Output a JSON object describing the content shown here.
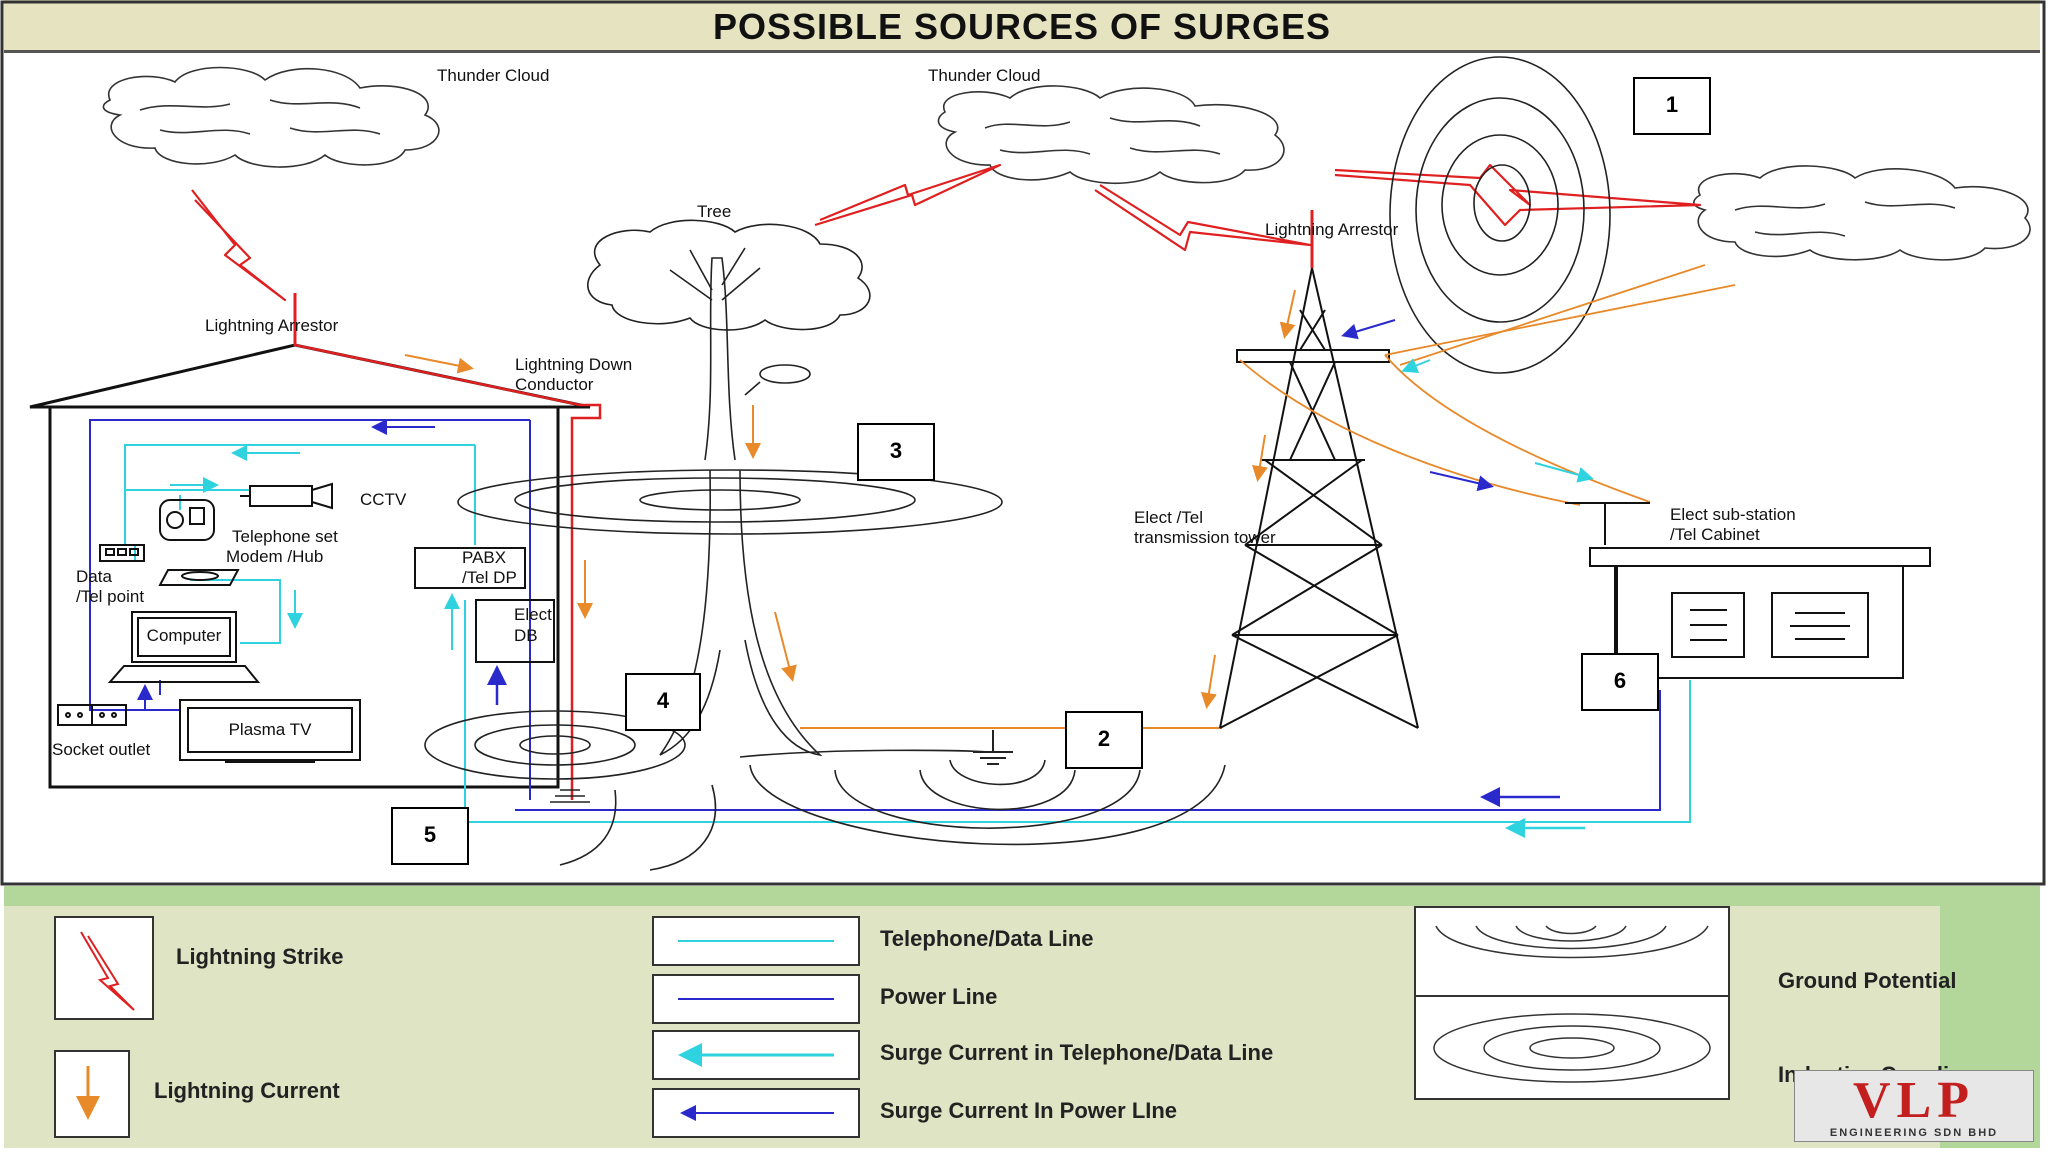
{
  "title": "POSSIBLE SOURCES OF SURGES",
  "labels": {
    "thunder_cloud_left": "Thunder Cloud",
    "thunder_cloud_mid": "Thunder Cloud",
    "tree": "Tree",
    "lightning_arrestor_house": "Lightning Arrestor",
    "lightning_arrestor_tower": "Lightning Arrestor",
    "down_conductor_line1": "Lightning Down",
    "down_conductor_line2": "Conductor",
    "cctv": "CCTV",
    "telephone_line1": "Telephone set",
    "telephone_line2": "Modem /Hub",
    "data_line1": "Data",
    "data_line2": "/Tel point",
    "computer": "Computer",
    "pabx_line1": "PABX",
    "pabx_line2": "/Tel DP",
    "elect_db_line1": "Elect",
    "elect_db_line2": "DB",
    "plasma_tv": "Plasma TV",
    "socket_outlet": "Socket outlet",
    "tower_line1": "Elect /Tel",
    "tower_line2": "transmission tower",
    "substation_line1": "Elect sub-station",
    "substation_line2": "/Tel Cabinet"
  },
  "numbered_boxes": [
    "1",
    "2",
    "3",
    "4",
    "5",
    "6"
  ],
  "legend": {
    "lightning_strike": "Lightning Strike",
    "lightning_current": "Lightning Current",
    "telephone_data_line": "Telephone/Data Line",
    "power_line": "Power Line",
    "surge_tel": "Surge Current in Telephone/Data Line",
    "surge_power": "Surge Current In Power LIne",
    "ground_potential": "Ground Potential",
    "inductive_coupling": "Inductive Coupling"
  },
  "logo": {
    "name": "VLP",
    "subtitle": "ENGINEERING SDN BHD"
  },
  "colors": {
    "lightning": "#e02020",
    "lightning_current": "#e8892a",
    "telephone_line": "#2fd3e0",
    "power_line": "#2a2acc",
    "title_bg": "#e6e3c0",
    "legend_bg": "#dfe4c4",
    "legend_band": "#b3d69a"
  }
}
